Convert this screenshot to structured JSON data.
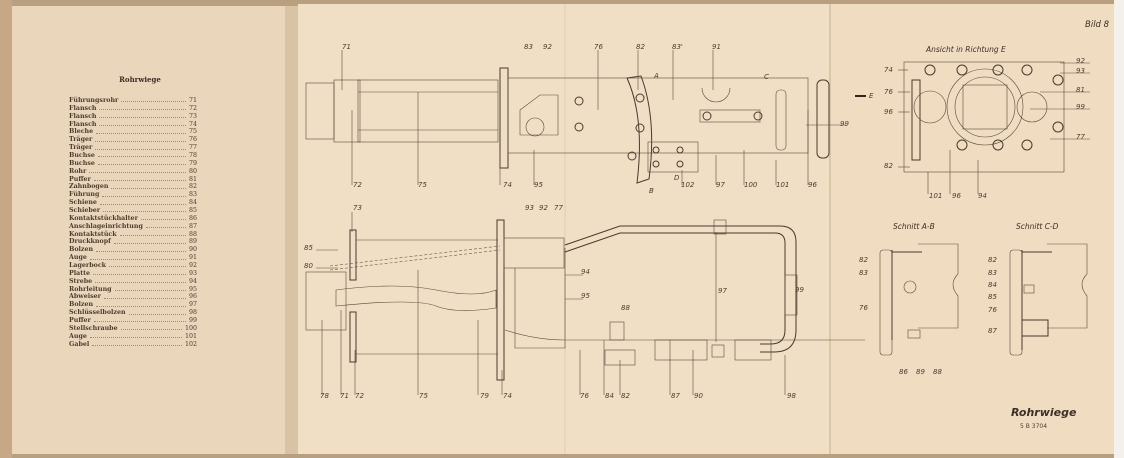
{
  "index": {
    "title": "Rohrwiege",
    "items": [
      {
        "name": "Führungsrohr",
        "no": "71"
      },
      {
        "name": "Flansch",
        "no": "72"
      },
      {
        "name": "Flansch",
        "no": "73"
      },
      {
        "name": "Flansch",
        "no": "74"
      },
      {
        "name": "Bleche",
        "no": "75"
      },
      {
        "name": "Träger",
        "no": "76"
      },
      {
        "name": "Träger",
        "no": "77"
      },
      {
        "name": "Buchse",
        "no": "78"
      },
      {
        "name": "Buchse",
        "no": "79"
      },
      {
        "name": "Rohr",
        "no": "80"
      },
      {
        "name": "Puffer",
        "no": "81"
      },
      {
        "name": "Zahnbogen",
        "no": "82"
      },
      {
        "name": "Führung",
        "no": "83"
      },
      {
        "name": "Schiene",
        "no": "84"
      },
      {
        "name": "Schieber",
        "no": "85"
      },
      {
        "name": "Kontaktstückhalter",
        "no": "86"
      },
      {
        "name": "Anschlageinrichtung",
        "no": "87"
      },
      {
        "name": "Kontaktstück",
        "no": "88"
      },
      {
        "name": "Druckknopf",
        "no": "89"
      },
      {
        "name": "Bolzen",
        "no": "90"
      },
      {
        "name": "Auge",
        "no": "91"
      },
      {
        "name": "Lagerbock",
        "no": "92"
      },
      {
        "name": "Platte",
        "no": "93"
      },
      {
        "name": "Strebe",
        "no": "94"
      },
      {
        "name": "Rohrleitung",
        "no": "95"
      },
      {
        "name": "Abweiser",
        "no": "96"
      },
      {
        "name": "Bolzen",
        "no": "97"
      },
      {
        "name": "Schlüsselbolzen",
        "no": "98"
      },
      {
        "name": "Puffer",
        "no": "99"
      },
      {
        "name": "Stellschraube",
        "no": "100"
      },
      {
        "name": "Auge",
        "no": "101"
      },
      {
        "name": "Gabel",
        "no": "102"
      }
    ]
  },
  "sheet": {
    "figure": "Bild 8",
    "title": "Rohrwiege",
    "number": "5 B 3704"
  },
  "top_view": {
    "callouts": [
      "71",
      "83",
      "92",
      "76",
      "82",
      "83'",
      "91",
      "A",
      "C",
      "E",
      "99",
      "72",
      "75",
      "74",
      "95",
      "D",
      "102",
      "97",
      "100",
      "101",
      "96",
      "B"
    ]
  },
  "bottom_view": {
    "callouts": [
      "73",
      "93",
      "92",
      "77",
      "85",
      "80",
      "94",
      "95",
      "88",
      "97",
      "99",
      "78",
      "71",
      "72",
      "75",
      "79",
      "74",
      "76",
      "84",
      "82",
      "87",
      "90",
      "98"
    ]
  },
  "view_e": {
    "title": "Ansicht in Richtung E",
    "callouts": [
      "74",
      "76",
      "96",
      "82",
      "92",
      "93",
      "81",
      "99",
      "77",
      "101",
      "96",
      "94"
    ]
  },
  "section_ab": {
    "title": "Schnitt A-B",
    "callouts": [
      "82",
      "83",
      "76",
      "86",
      "89",
      "88"
    ]
  },
  "section_cd": {
    "title": "Schnitt C-D",
    "callouts": [
      "82",
      "83",
      "84",
      "85",
      "76",
      "87"
    ]
  }
}
